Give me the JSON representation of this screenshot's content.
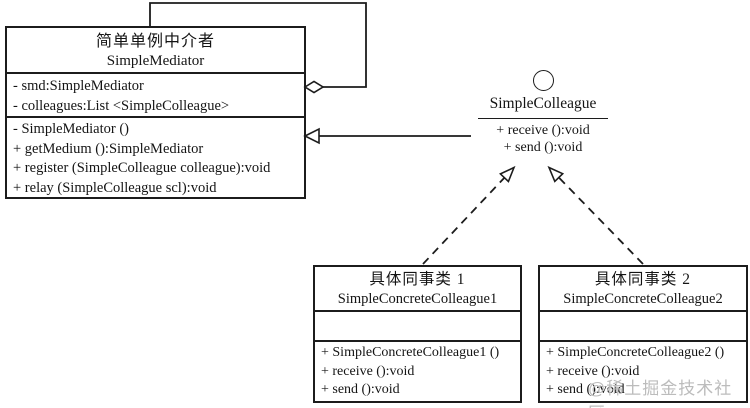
{
  "colors": {
    "line": "#1c1c1c",
    "text": "#141414",
    "watermark": "#bcbcbc",
    "background": "#ffffff"
  },
  "mediator": {
    "title_cn": "简单单例中介者",
    "title_en": "SimpleMediator",
    "attributes": [
      "- smd:SimpleMediator",
      "- colleagues:List <SimpleColleague>"
    ],
    "methods": [
      "- SimpleMediator ()",
      "+ getMedium ():SimpleMediator",
      "+ register (SimpleColleague colleague):void",
      "+ relay (SimpleColleague scl):void"
    ]
  },
  "interface": {
    "name": "SimpleColleague",
    "methods": [
      "+ receive ():void",
      "+ send ():void"
    ]
  },
  "colleague1": {
    "title_cn": "具体同事类 1",
    "title_en": "SimpleConcreteColleague1",
    "methods": [
      "+ SimpleConcreteColleague1 ()",
      "+ receive ():void",
      "+ send ():void"
    ]
  },
  "colleague2": {
    "title_cn": "具体同事类 2",
    "title_en": "SimpleConcreteColleague2",
    "methods": [
      "+ SimpleConcreteColleague2 ()",
      "+ receive ():void",
      "+ send ():void"
    ]
  },
  "watermark": "@稀土掘金技术社区"
}
